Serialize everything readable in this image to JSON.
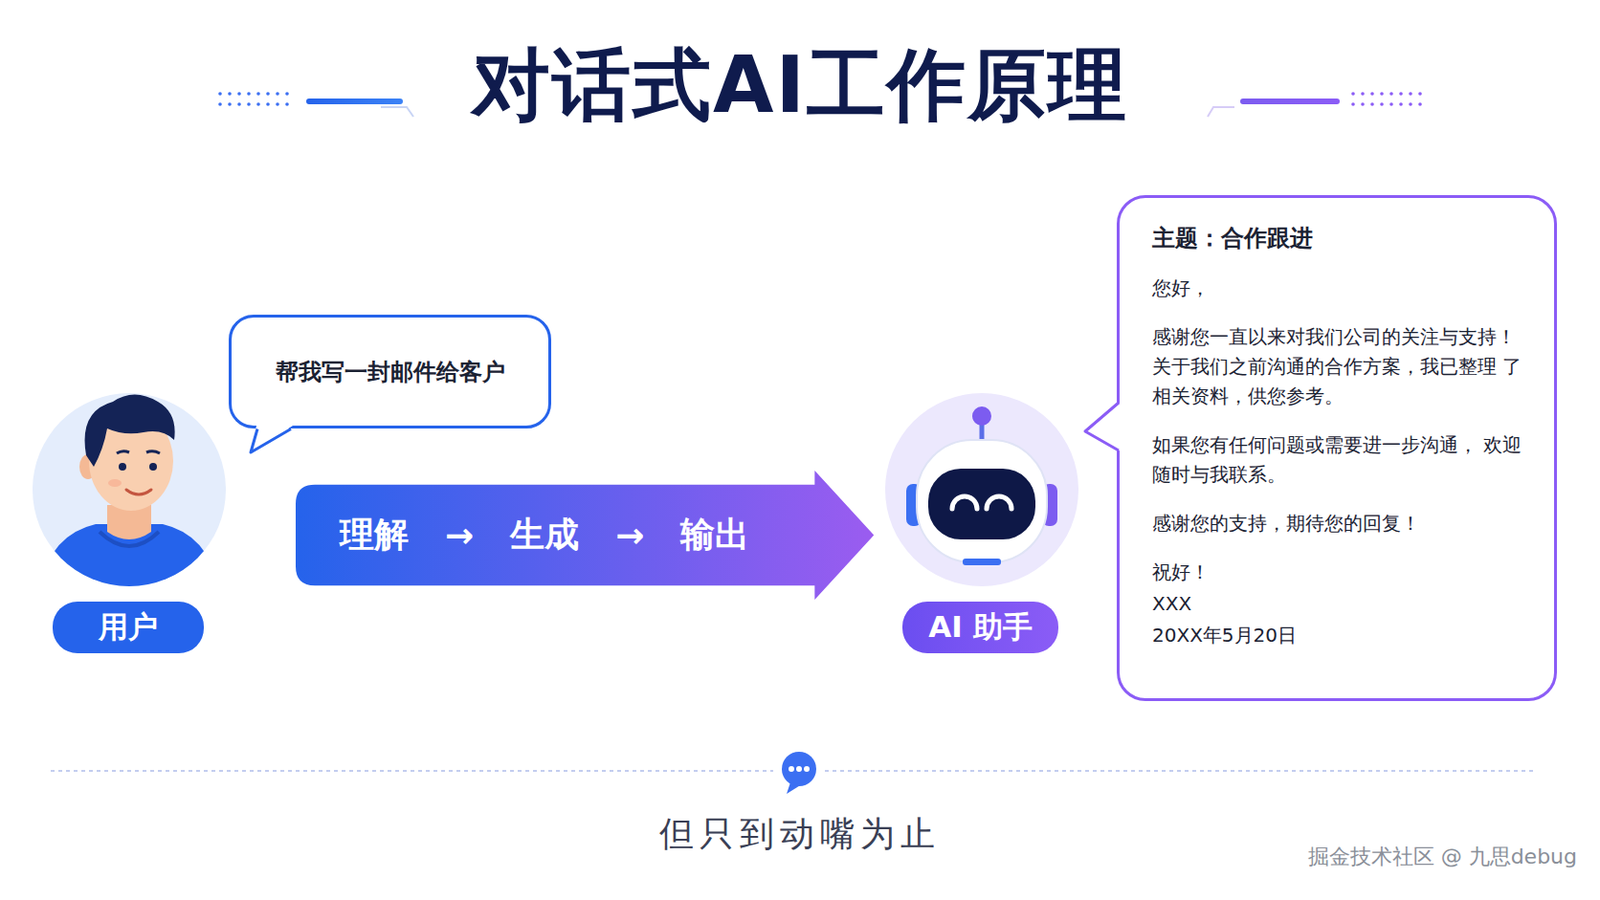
{
  "diagram": {
    "title": "对话式AI工作原理",
    "caption": "但只到动嘴为止",
    "nodes": [
      {
        "text": [
          "帮我写一封邮件给客户"
        ]
      },
      {
        "text": [
          "用户"
        ]
      },
      {
        "text": [
          "理解",
          "→",
          "生成",
          "→",
          "输出"
        ]
      },
      {
        "text": [
          "AI 助手"
        ]
      },
      {
        "text": [
          "主题：合作跟进",
          "您好，",
          "感谢您一直以来对我们公司的关注与支持！ 关于我们之前沟通的合作方案，我已整理 了相关资料，供您参考。",
          "如果您有任何问题或需要进一步沟通， 欢迎随时与我联系。",
          "感谢您的支持，期待您的回复！",
          "祝好！",
          "XXX",
          "20XX年5月20日"
        ]
      }
    ],
    "labels": [
      "掘金技术社区 @ 九思debug"
    ]
  }
}
